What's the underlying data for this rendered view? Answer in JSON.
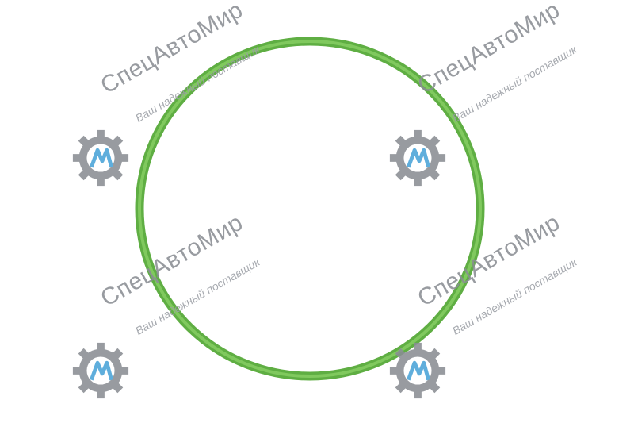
{
  "image": {
    "subject": "green rubber o-ring",
    "ring_color": "#6fbf4f",
    "ring_highlight": "#8fd46a",
    "background": "#ffffff"
  },
  "watermark": {
    "brand": "СпецАвтоМир",
    "tagline": "Ваш надежный поставщик",
    "gear_color": "#8a8e94",
    "logo_accent": "#4aa3d8",
    "icon": "gear-logo-icon"
  }
}
